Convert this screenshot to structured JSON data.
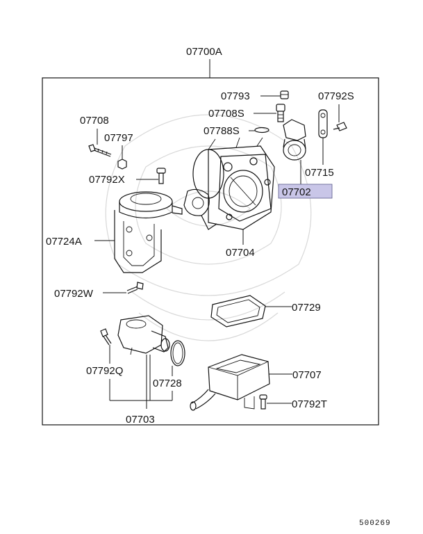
{
  "diagram": {
    "assembly_label": "07700A",
    "highlight_color": "#c9c6e8",
    "parts": [
      {
        "id": "07793",
        "label": "07793"
      },
      {
        "id": "07708S",
        "label": "07708S"
      },
      {
        "id": "07788S",
        "label": "07788S"
      },
      {
        "id": "07792S",
        "label": "07792S"
      },
      {
        "id": "07715",
        "label": "07715"
      },
      {
        "id": "07702",
        "label": "07702"
      },
      {
        "id": "07708",
        "label": "07708"
      },
      {
        "id": "07797",
        "label": "07797"
      },
      {
        "id": "07792X",
        "label": "07792X"
      },
      {
        "id": "07724A",
        "label": "07724A"
      },
      {
        "id": "07704",
        "label": "07704"
      },
      {
        "id": "07792W",
        "label": "07792W"
      },
      {
        "id": "07729",
        "label": "07729"
      },
      {
        "id": "07792Q",
        "label": "07792Q"
      },
      {
        "id": "07728",
        "label": "07728"
      },
      {
        "id": "07707",
        "label": "07707"
      },
      {
        "id": "07792T",
        "label": "07792T"
      },
      {
        "id": "07703",
        "label": "07703"
      }
    ],
    "footer_code": "500269"
  }
}
